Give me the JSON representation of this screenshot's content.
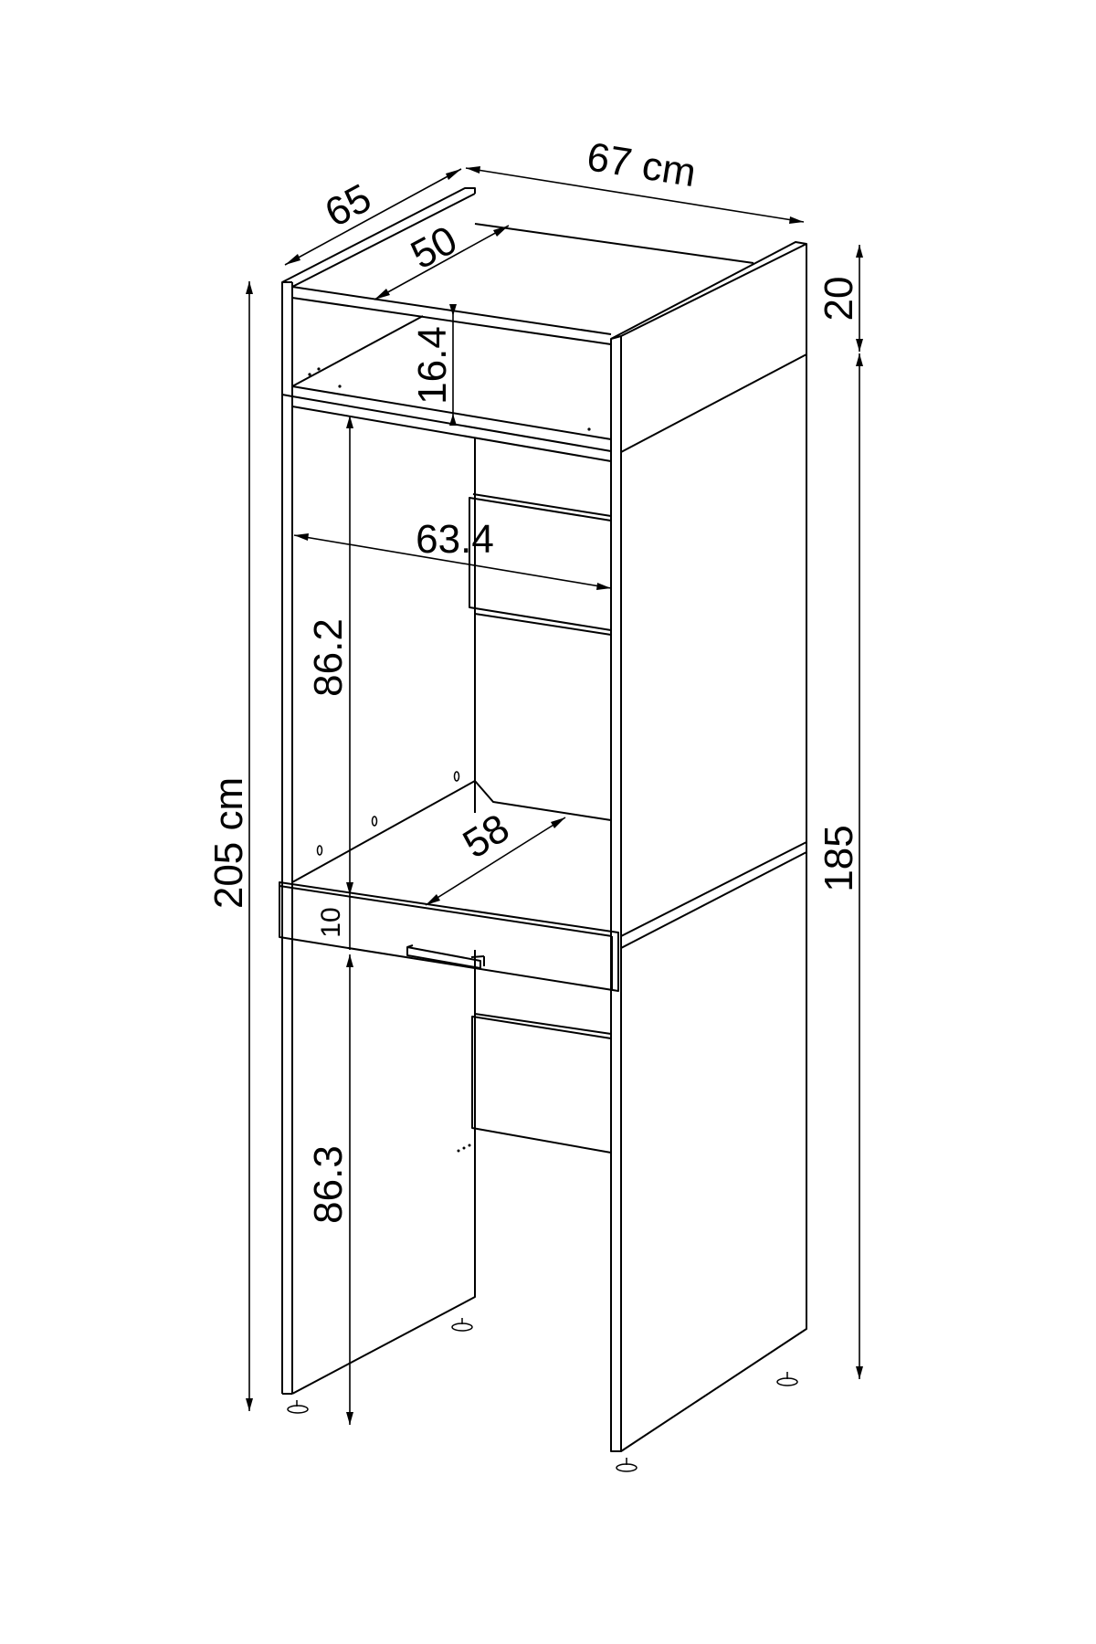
{
  "drawing": {
    "subject": "Tall kitchen cabinet housing (fridge/oven column) with drawer and top open compartment",
    "units": "cm",
    "background": "#ffffff",
    "line_color": "#000000"
  },
  "dimensions": {
    "width": {
      "label": "67 cm",
      "value": 67
    },
    "depth_total": {
      "label": "65",
      "value": 65
    },
    "depth_inner_top": {
      "label": "50",
      "value": 50
    },
    "top_compartment_height": {
      "label": "16.4",
      "value": 16.4
    },
    "inner_width": {
      "label": "63.4",
      "value": 63.4
    },
    "upper_opening_height": {
      "label": "86.2",
      "value": 86.2
    },
    "inner_depth_bottom_shelf": {
      "label": "58",
      "value": 58
    },
    "drawer_height": {
      "label": "10",
      "value": 10
    },
    "lower_opening_height": {
      "label": "86.3",
      "value": 86.3
    },
    "total_height": {
      "label": "205 cm",
      "value": 205
    },
    "top_section_height": {
      "label": "20",
      "value": 20
    },
    "lower_section_height": {
      "label": "185",
      "value": 185
    }
  },
  "components": {
    "handle": "drawer-handle",
    "feet_count_visible": 4
  }
}
